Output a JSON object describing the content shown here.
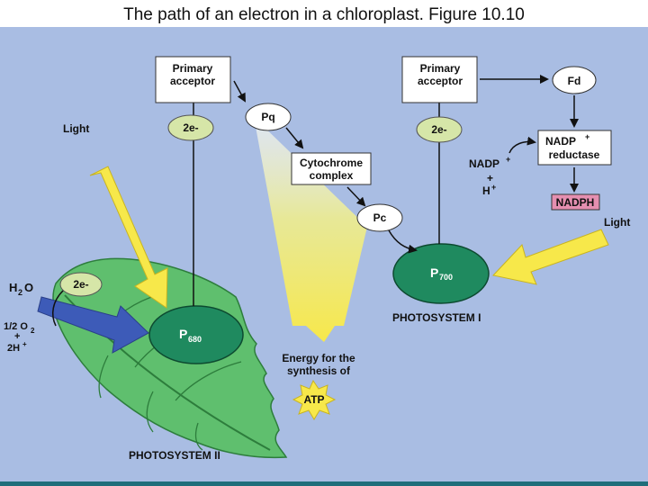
{
  "title": "The path of an electron in a chloroplast. Figure 10.10",
  "labels": {
    "primary_acceptor_1a": "Primary",
    "primary_acceptor_1b": "acceptor",
    "primary_acceptor_2a": "Primary",
    "primary_acceptor_2b": "acceptor",
    "fd": "Fd",
    "nadp_reductase_a": "NADP",
    "nadp_reductase_plus": "+",
    "nadp_reductase_b": "reductase",
    "light_left": "Light",
    "light_right": "Light",
    "e2_ps2": "2e-",
    "e2_ps1": "2e-",
    "e2_water": "2e-",
    "pq": "Pq",
    "cyt_a": "Cytochrome",
    "cyt_b": "complex",
    "pc": "Pc",
    "nadp_in": "NADP",
    "nadp_in_plus": "+",
    "nadp_in_plus2": "+",
    "h_plus": "H",
    "h_plus_sup": "+",
    "nadph": "NADPH",
    "p700": "P",
    "p700_sub": "700",
    "p680": "P",
    "p680_sub": "680",
    "ps1": "PHOTOSYSTEM I",
    "ps2": "PHOTOSYSTEM II",
    "h2o_h": "H",
    "h2o_sub": "2",
    "h2o_o": "O",
    "o2_half": "1/2 O",
    "o2_sub": "2",
    "o2_plus": "+",
    "h2_plus": "2H",
    "h2_plus_sup": "+",
    "energy_a": "Energy for the",
    "energy_b": "synthesis of",
    "atp": "ATP"
  },
  "colors": {
    "background": "#a9bde3",
    "oval_fill": "#d6e6a8",
    "photosystem_green": "#1f8a5f",
    "leaf_green": "#5fbf6e",
    "light_yellow": "#f7e84a",
    "nadph_fill": "#e58fb0",
    "water_arrow": "#3d5bb8"
  }
}
